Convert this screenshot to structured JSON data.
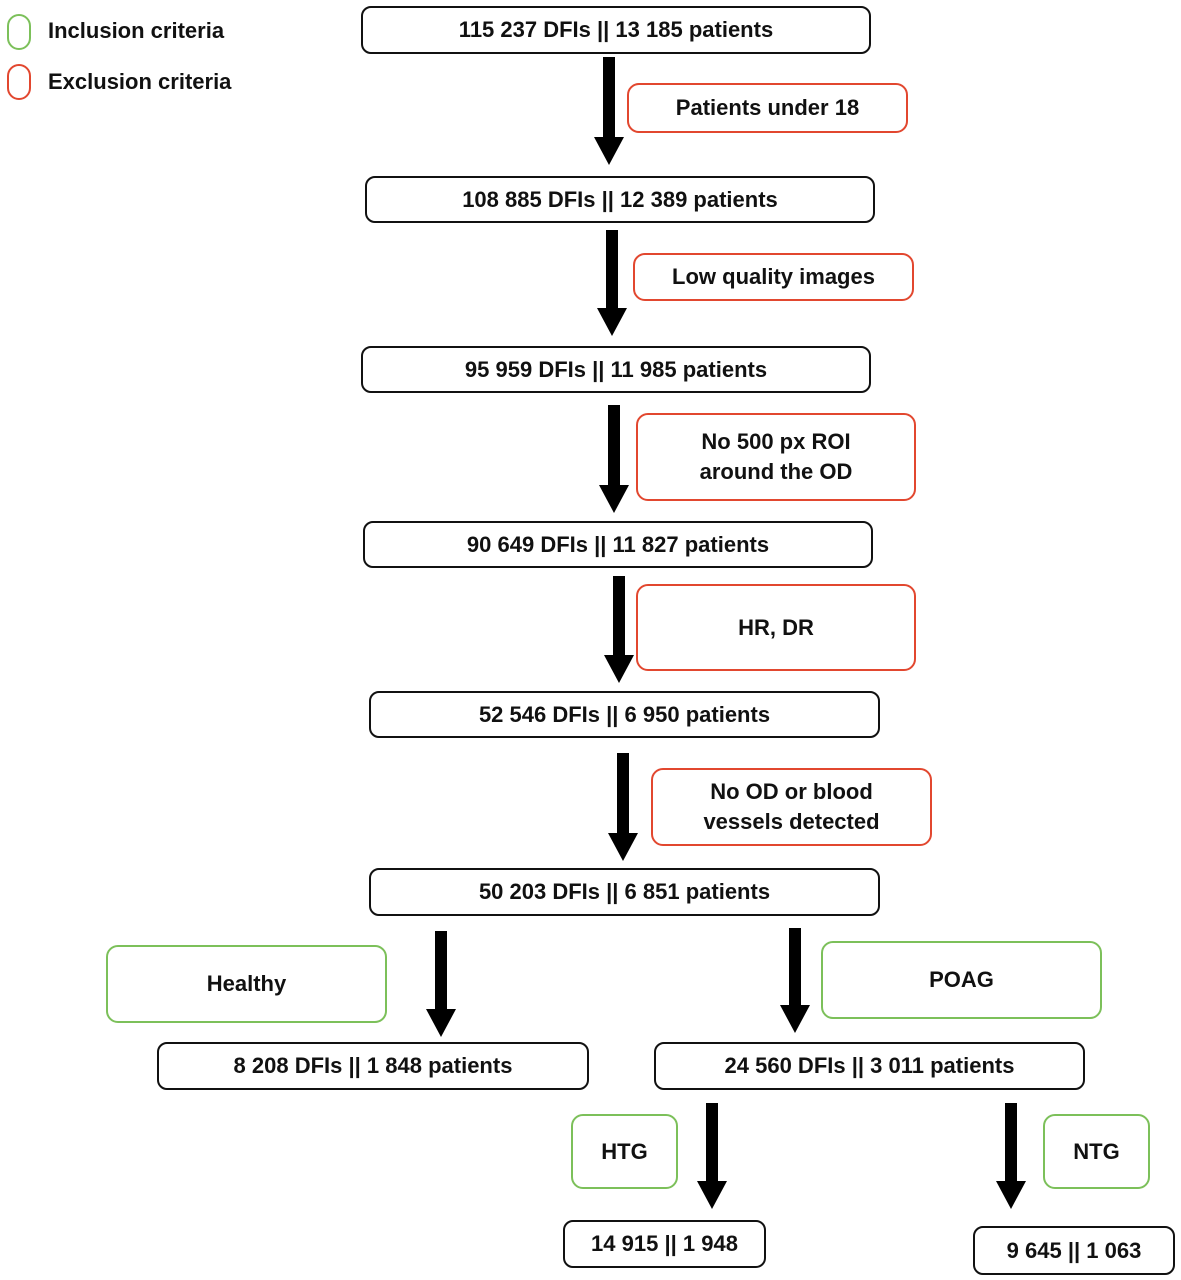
{
  "legend": {
    "inclusion": "Inclusion criteria",
    "exclusion": "Exclusion criteria",
    "inclusion_color": "#7cc05a",
    "exclusion_color": "#e2472f"
  },
  "steps": [
    "115 237 DFIs || 13 185 patients",
    "108 885 DFIs || 12 389 patients",
    "95 959 DFIs || 11 985 patients",
    "90 649 DFIs || 11 827 patients",
    "52 546 DFIs || 6 950 patients",
    "50 203 DFIs || 6 851 patients"
  ],
  "exclusions": [
    "Patients under 18",
    "Low quality images",
    "No 500 px ROI around the OD",
    "HR, DR",
    "No OD or blood vessels detected"
  ],
  "branches": {
    "healthy": {
      "criterion": "Healthy",
      "result": "8 208 DFIs || 1 848 patients"
    },
    "poag": {
      "criterion": "POAG",
      "result": "24 560 DFIs || 3 011 patients"
    },
    "htg": {
      "criterion": "HTG",
      "result": "14 915 || 1 948"
    },
    "ntg": {
      "criterion": "NTG",
      "result": "9 645 || 1 063"
    }
  }
}
